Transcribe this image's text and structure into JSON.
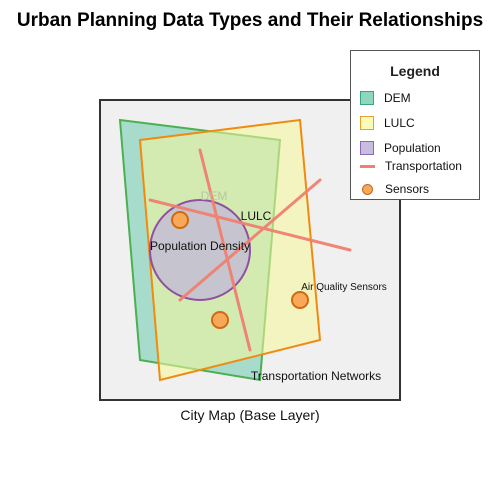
{
  "title": "Urban Planning Data Types and Their Relationships",
  "base_layer_label": "City Map (Base Layer)",
  "labels": {
    "dem": "DEM",
    "lulc": "LULC",
    "population": "Population Density",
    "sensors": "Air Quality Sensors",
    "transportation": "Transportation Networks"
  },
  "legend": {
    "title": "Legend",
    "items": [
      {
        "label": "DEM",
        "kind": "swatch",
        "fill": "#8fd6c0",
        "stroke": "#3aa47a"
      },
      {
        "label": "LULC",
        "kind": "swatch",
        "fill": "#fbfbb8",
        "stroke": "#e8a030"
      },
      {
        "label": "Population",
        "kind": "swatch",
        "fill": "#c8bce0",
        "stroke": "#8c6bb0"
      },
      {
        "label": "Transportation",
        "kind": "line",
        "color": "#f08070"
      },
      {
        "label": "Sensors",
        "kind": "dot",
        "fill": "#f8a858"
      }
    ]
  },
  "colors": {
    "base_fill": "#f0f0f0",
    "base_stroke": "#333333",
    "dem_fill": "#8fd6c0",
    "dem_stroke": "#4caf50",
    "lulc_fill": "#f6f8a0",
    "lulc_stroke": "#f08a10",
    "pop_fill": "#c8bce0",
    "pop_stroke": "#9050a0",
    "road": "#f08070",
    "sensor_fill": "#f8a858",
    "sensor_stroke": "#d06a10"
  }
}
